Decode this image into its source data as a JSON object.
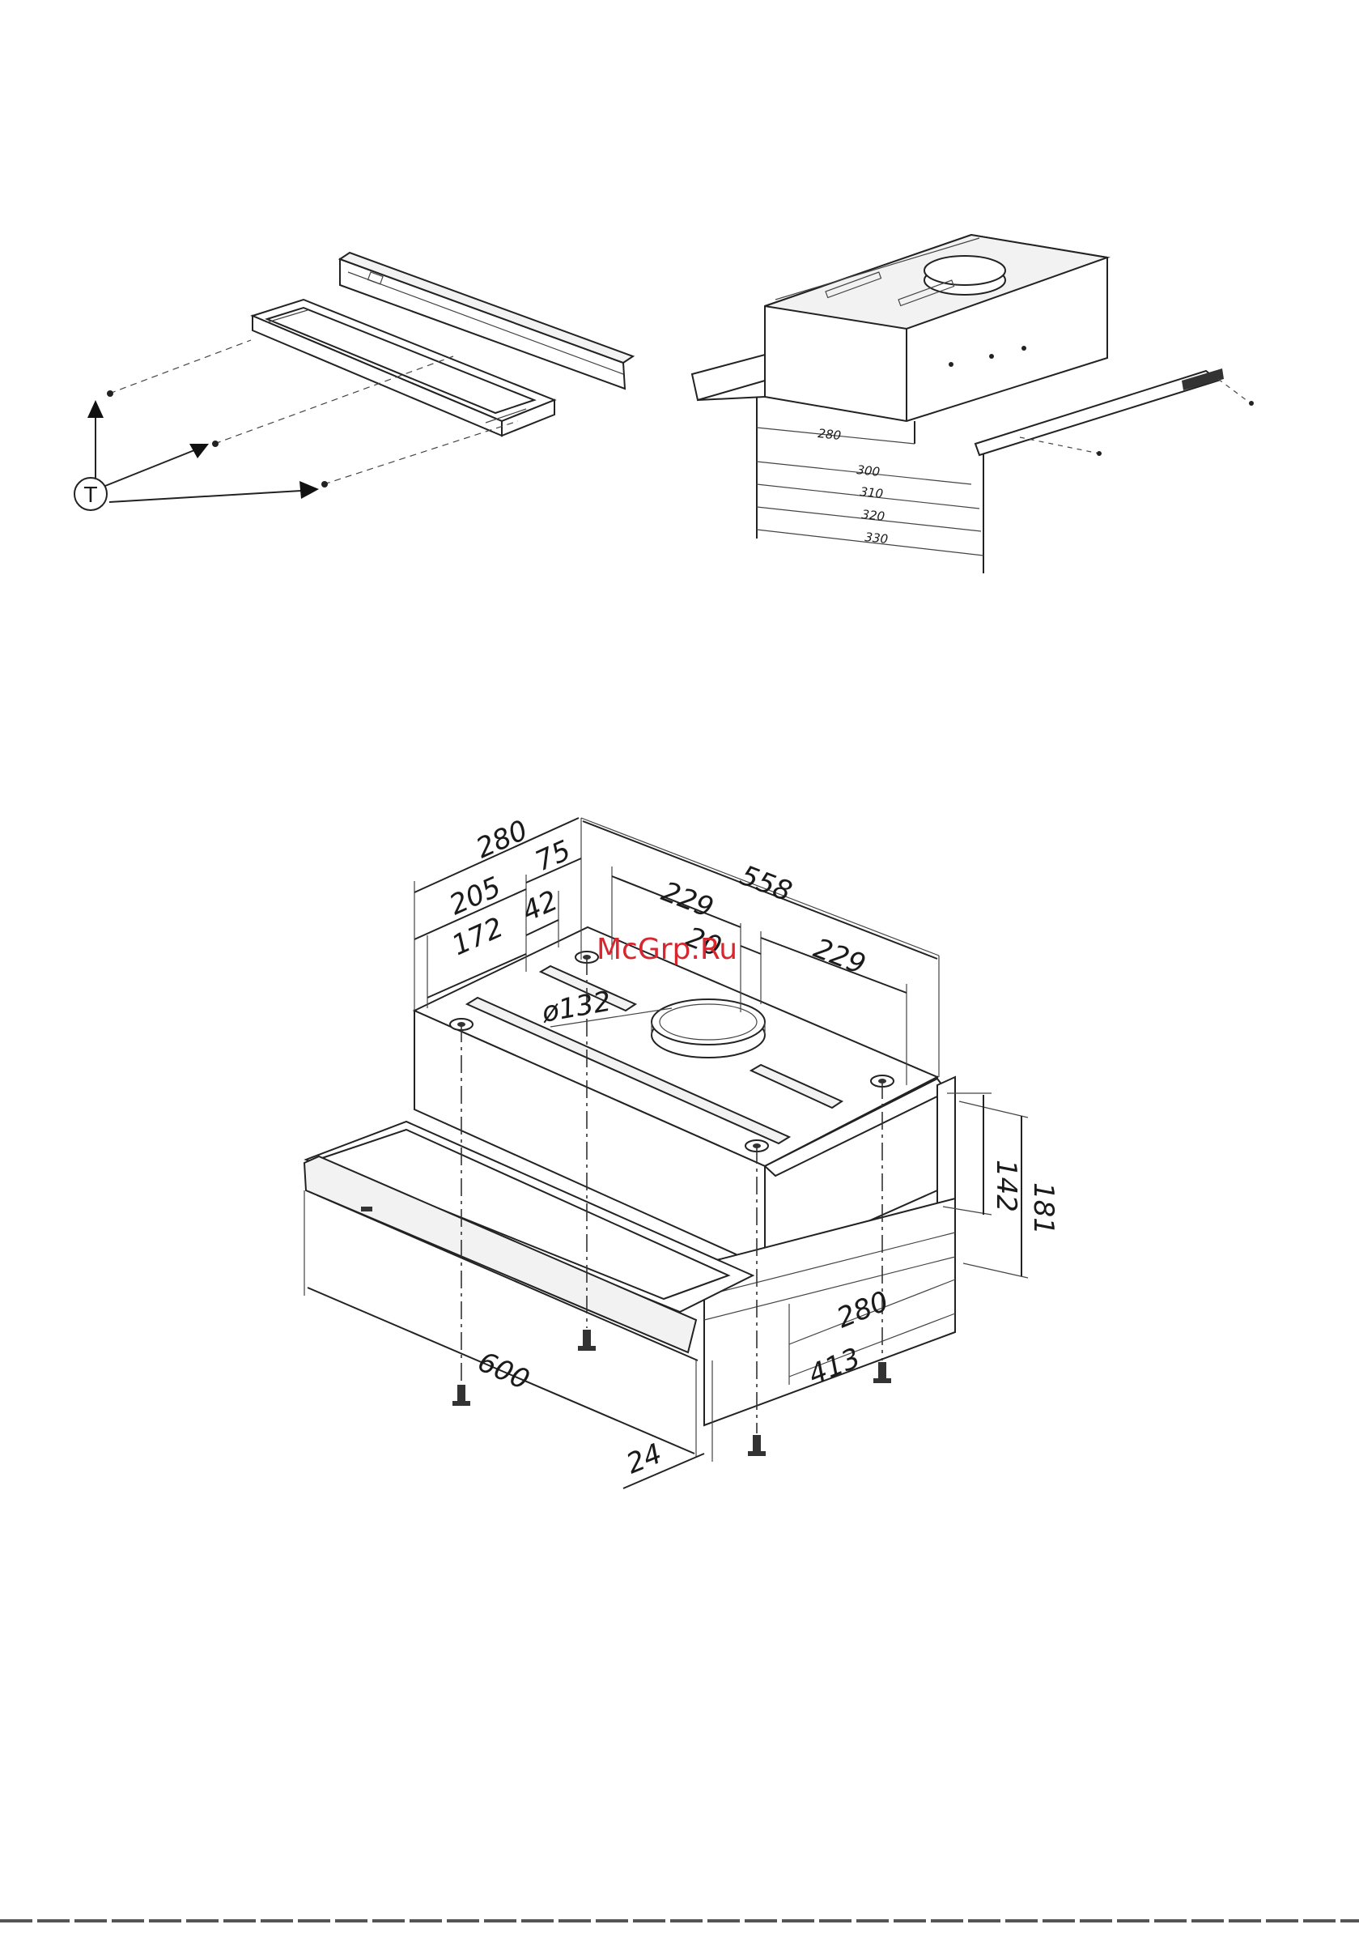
{
  "watermark": "McGrp.Ru",
  "figure1": {
    "label_T": "T",
    "depth_labels": [
      "280",
      "300",
      "310",
      "320",
      "330"
    ]
  },
  "figure2": {
    "dims": {
      "d280_top": "280",
      "d75": "75",
      "d205": "205",
      "d42": "42",
      "d172": "172",
      "d229_left": "229",
      "d558": "558",
      "d20": "20",
      "d229_right": "229",
      "d132": "ø132",
      "d142": "142",
      "d181": "181",
      "d280_side": "280",
      "d413": "413",
      "d600": "600",
      "d24": "24"
    }
  }
}
